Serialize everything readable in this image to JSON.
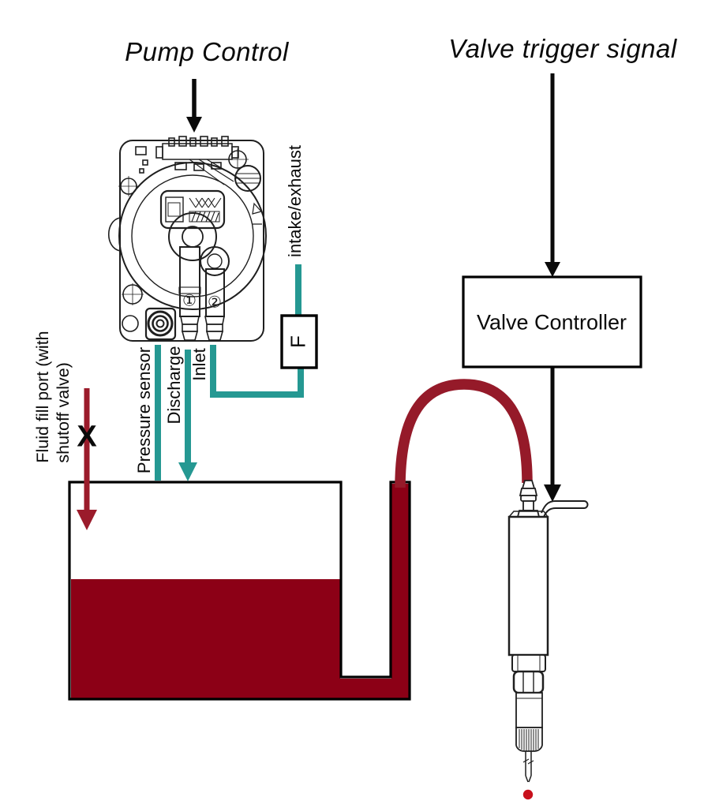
{
  "titles": {
    "pump_control": "Pump Control",
    "valve_trigger": "Valve trigger signal"
  },
  "boxes": {
    "valve_controller": "Valve Controller",
    "filter": "F"
  },
  "labels": {
    "intake_exhaust": "intake/exhaust",
    "pressure_sensor": "Pressure sensor",
    "discharge": "Discharge",
    "inlet": "Inlet",
    "fluid_fill_line1": "Fluid fill port (with",
    "fluid_fill_line2": "shutoff valve)",
    "shutoff_x": "X",
    "port1": "①",
    "port2": "②"
  },
  "colors": {
    "teal": "#259892",
    "tank_fluid": "#8C0016",
    "hose_red": "#951A29",
    "fill_red": "#9B1B2B",
    "drop_red": "#C8101C"
  }
}
